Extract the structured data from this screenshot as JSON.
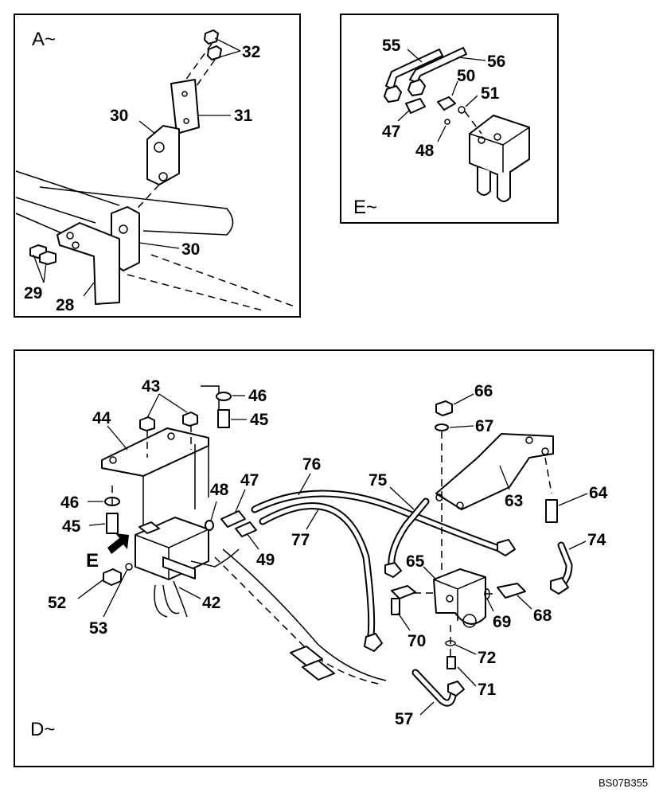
{
  "view_a": {
    "label": "A~",
    "callouts": [
      "32",
      "31",
      "30",
      "30",
      "29",
      "28"
    ]
  },
  "view_e": {
    "label": "E~",
    "callouts": [
      "55",
      "56",
      "50",
      "51",
      "47",
      "48"
    ]
  },
  "view_d": {
    "label": "D~",
    "arrow_label": "E",
    "callouts": [
      "43",
      "46",
      "44",
      "45",
      "46",
      "45",
      "48",
      "47",
      "49",
      "76",
      "75",
      "77",
      "66",
      "67",
      "63",
      "64",
      "74",
      "65",
      "52",
      "53",
      "42",
      "70",
      "69",
      "68",
      "72",
      "71",
      "57"
    ]
  },
  "drawing_code": "BS07B355"
}
